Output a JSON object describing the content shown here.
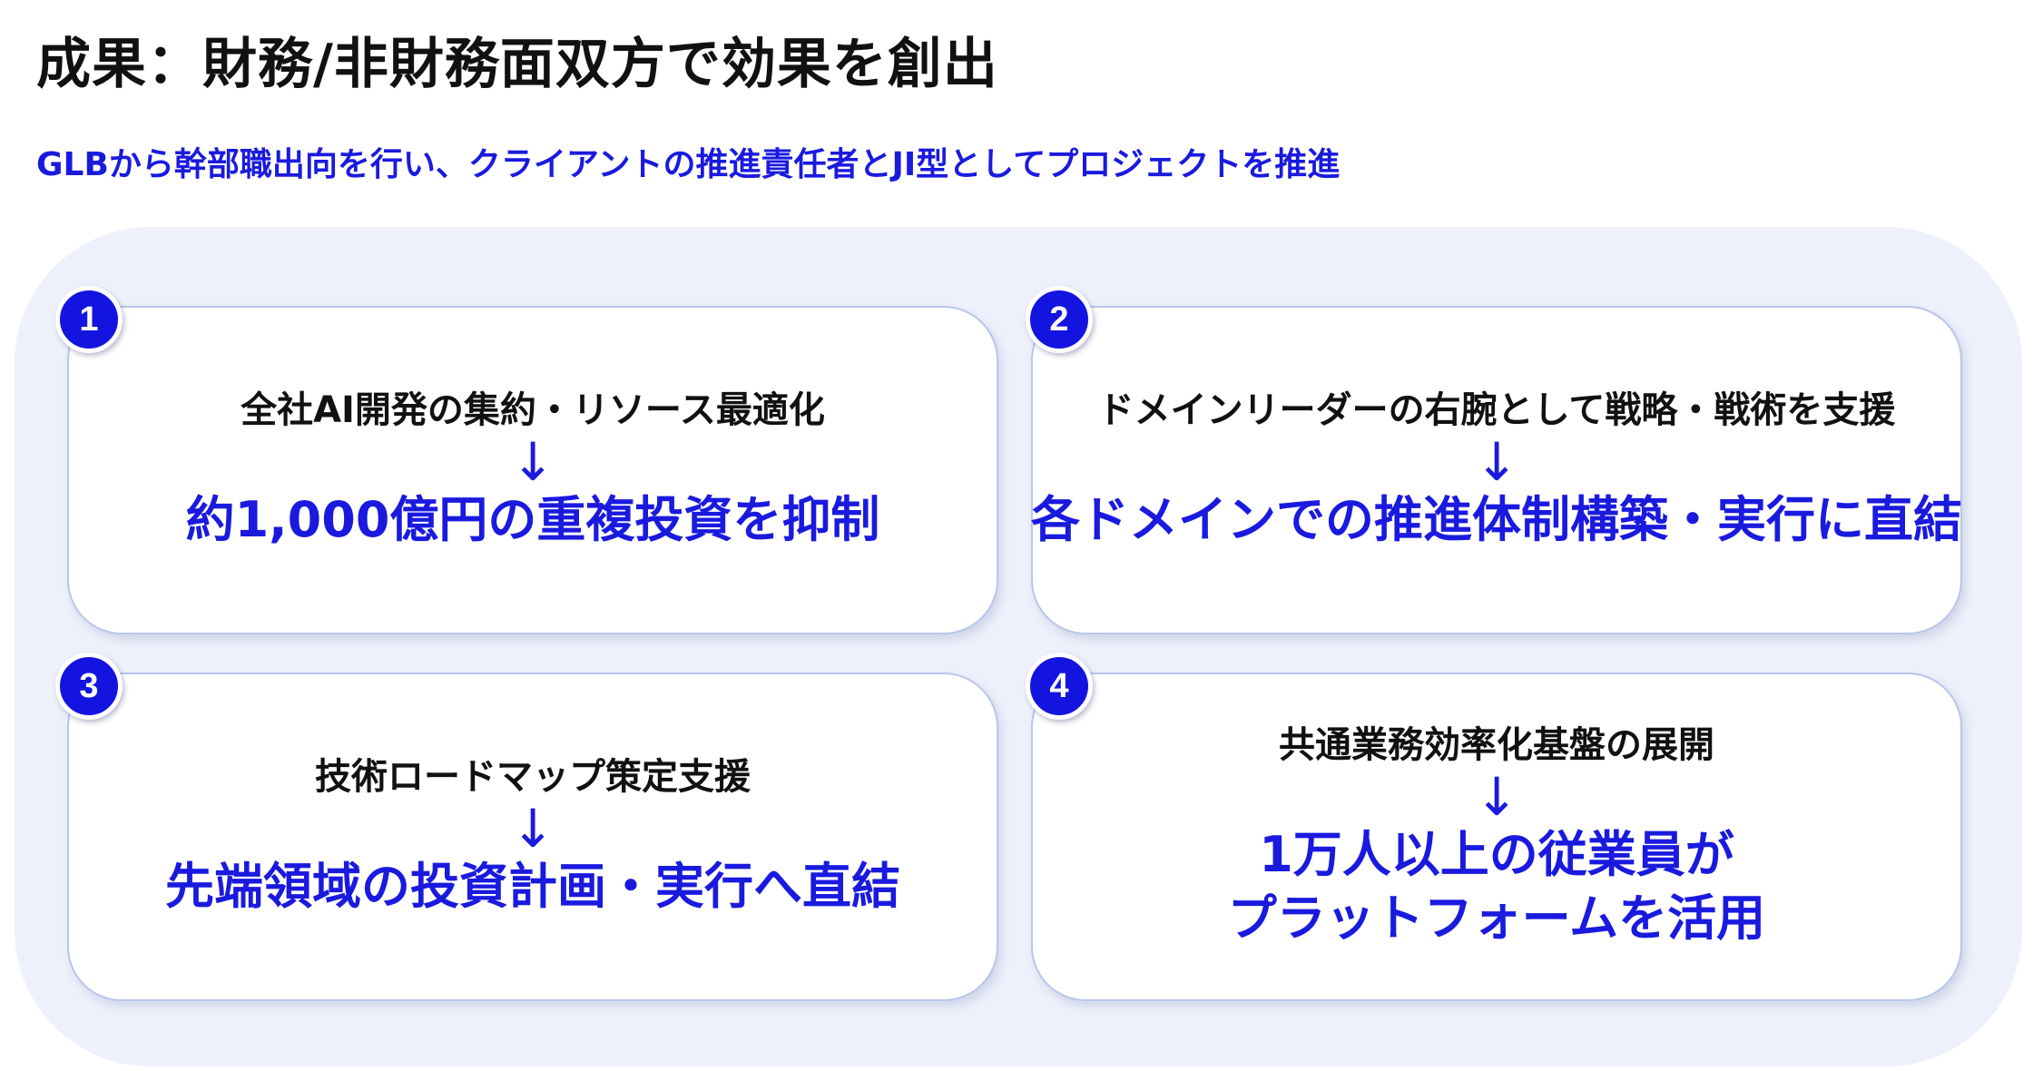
{
  "header": {
    "title": "成果：財務/非財務面双方で効果を創出",
    "subtitle": "GLBから幹部職出向を行い、クライアントの推進責任者とJI型としてプロジェクトを推進"
  },
  "colors": {
    "accent": "#1a1adf",
    "badge": "#1414e0",
    "panel": "#eef1fb",
    "card_border": "#b9c6ea"
  },
  "cards": [
    {
      "number": "1",
      "heading": "全社AI開発の集約・リソース最適化",
      "arrow": "↓",
      "result_lines": [
        "約1,000億円の重複投資を抑制"
      ]
    },
    {
      "number": "2",
      "heading": "ドメインリーダーの右腕として戦略・戦術を支援",
      "arrow": "↓",
      "result_lines": [
        "各ドメインでの推進体制構築・実行に直結"
      ]
    },
    {
      "number": "3",
      "heading": "技術ロードマップ策定支援",
      "arrow": "↓",
      "result_lines": [
        "先端領域の投資計画・実行へ直結"
      ]
    },
    {
      "number": "4",
      "heading": "共通業務効率化基盤の展開",
      "arrow": "↓",
      "result_lines": [
        "1万人以上の従業員が",
        "プラットフォームを活用"
      ]
    }
  ]
}
